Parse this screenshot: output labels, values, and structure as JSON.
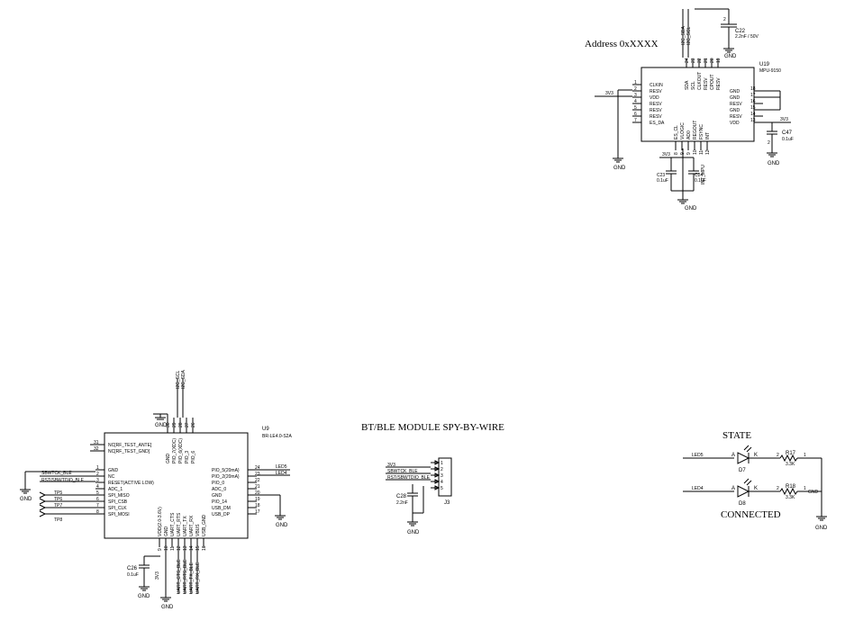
{
  "top": {
    "address_label": "Address 0xXXXX",
    "u19": {
      "ref": "U19",
      "part": "MPU-9150",
      "top_pins": [
        "SDA",
        "SCL",
        "CLKOUT",
        "RESV",
        "CPOUT",
        "RESV"
      ],
      "top_nums": [
        "24",
        "23",
        "22",
        "21",
        "20",
        "19"
      ],
      "left_pins": [
        "CLKIN",
        "RESV",
        "VDD",
        "RESV",
        "RESV",
        "RESV",
        "ES_DA"
      ],
      "left_nums": [
        "1",
        "2",
        "3",
        "4",
        "5",
        "6",
        "7"
      ],
      "right_pins": [
        "GND",
        "GND",
        "RESV",
        "GND",
        "RESV",
        "VDD"
      ],
      "right_nums": [
        "18",
        "17",
        "16",
        "15",
        "14",
        "13"
      ],
      "bottom_pins": [
        "ES_CL",
        "VLOGIC",
        "AD0",
        "REGOUT",
        "FSYNC",
        "INT"
      ],
      "bottom_nums": [
        "8",
        "9",
        "9",
        "10",
        "11",
        "12"
      ]
    },
    "bus": [
      "I2C_SDA",
      "I2C_SCL"
    ],
    "c22": {
      "ref": "C22",
      "value": "2.2nF / 50V",
      "pin": "2",
      "gnd": "GND"
    },
    "c47": {
      "ref": "C47",
      "value": "0.1uF",
      "pin": "2",
      "gnd": "GND"
    },
    "c23": {
      "ref": "C23",
      "value": "0.1uF"
    },
    "c24": {
      "ref": "C24",
      "value": "0.1uF"
    },
    "int_net": "INT_MPU",
    "nets": {
      "v3v3": "3V3",
      "gnd": "GND"
    }
  },
  "u9": {
    "ref": "U9",
    "part": "BR-LE4.0-S2A",
    "top_pins": [
      "GND",
      "PIO_7(XDC)",
      "PIO_6(XDC)",
      "PIO_3",
      "PIO_6"
    ],
    "top_nums": [
      "30",
      "29",
      "28",
      "27",
      "26"
    ],
    "top_nets": [
      "I2C_SCL",
      "I2C_SDA"
    ],
    "nc_pins": [
      "NC[RF_TEST_ANTE]",
      "NC[RF_TEST_GND]"
    ],
    "nc_nums": [
      "31",
      "32"
    ],
    "left_pins": [
      "GND",
      "NC",
      "RESET(ACTIVE LOW)",
      "ADC_1",
      "SPI_MISO",
      "SPI_CSB",
      "SPI_CLK",
      "SPI_MOSI"
    ],
    "left_nums": [
      "1",
      "2",
      "3",
      "4",
      "5",
      "6",
      "7",
      "8"
    ],
    "left_nets": [
      "SBWTCK_BLE",
      "RST/SBWTDIO_BLE"
    ],
    "test_points": [
      "TP5",
      "TP6",
      "TP7",
      "TP8"
    ],
    "right_pins": [
      "PIO_5(20mA)",
      "PIO_2(20mA)",
      "PIO_0",
      "ADC_0",
      "GND",
      "PIO_14",
      "USB_DM",
      "USB_DP"
    ],
    "right_nums": [
      "24",
      "23",
      "22",
      "21",
      "20",
      "19",
      "18",
      "17"
    ],
    "right_nets": [
      "LED5",
      "LED4"
    ],
    "bottom_pins": [
      "VDD(2.0-3.6V)",
      "GND",
      "UART_CTS",
      "UART_RTS",
      "UART_TX",
      "UART_RX",
      "VBUS",
      "USB_GND"
    ],
    "bottom_nums": [
      "9",
      "10",
      "11",
      "12",
      "13",
      "14",
      "15",
      "16"
    ],
    "bottom_nets": [
      "UART_CTS_BLE",
      "UART_RTS_BLE",
      "UART_TX_BLE",
      "UART_RX_BLE"
    ],
    "c26": {
      "ref": "C26",
      "value": "0.1uF"
    },
    "nets": {
      "v3v3": "3V3",
      "gnd": "GND"
    }
  },
  "spy": {
    "title": "BT/BLE MODULE SPY-BY-WIRE",
    "nets": [
      "3V3",
      "SBWTCK_BLE",
      "RST/SBWTDIO_BLE"
    ],
    "pin_nums": [
      "1",
      "2",
      "3",
      "4",
      "5"
    ],
    "connector": "J3",
    "c28": {
      "ref": "C28",
      "value": "2.2nF"
    },
    "gnd": "GND"
  },
  "leds": {
    "state_label": "STATE",
    "connected_label": "CONNECTED",
    "d7": {
      "ref": "D7",
      "net": "LED5",
      "a": "A",
      "k": "K",
      "pin_a": "2",
      "pin_b": "1"
    },
    "d8": {
      "ref": "D8",
      "net": "LED4",
      "a": "A",
      "k": "K",
      "pin_a": "2",
      "pin_b": "1"
    },
    "r17": {
      "ref": "R17",
      "value": "3.3K"
    },
    "r18": {
      "ref": "R18",
      "value": "3.3K",
      "end_label": "GND"
    },
    "gnd": "GND"
  }
}
